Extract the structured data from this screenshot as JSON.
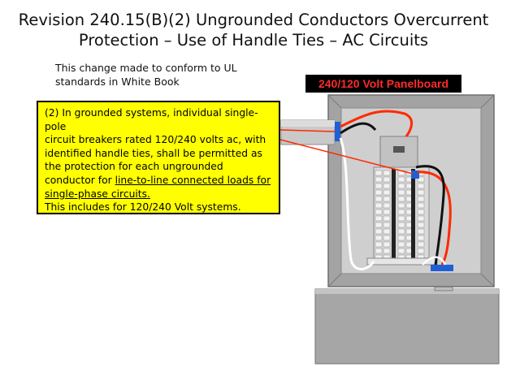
{
  "slide": {
    "title_line1": "Revision  240.15(B)(2)  Ungrounded Conductors Overcurrent",
    "title_line2": "Protection – Use of Handle Ties – AC Circuits",
    "note_line1": "This change made to conform to UL",
    "note_line2": "standards in White Book",
    "panel_label": "240/120 Volt Panelboard",
    "callout": {
      "line1": "(2) In grounded systems, individual single-pole",
      "line2": "circuit breakers rated 120/240 volts ac, with",
      "line3": "identified handle ties, shall be permitted as",
      "line4": "the protection for each ungrounded",
      "line5_plain": "conductor for ",
      "line5_underlined": "line-to-line connected loads for",
      "line6_underlined": "single-phase circuits.",
      "line7": "This includes  for 120/240 Volt systems."
    }
  },
  "colors": {
    "callout_fill": "#ffff00",
    "panel_gray": "#a8a8a8",
    "badge_text": "#ff2a2a",
    "wire_red": "#ff2a00",
    "wire_blue": "#1f5fd6"
  }
}
